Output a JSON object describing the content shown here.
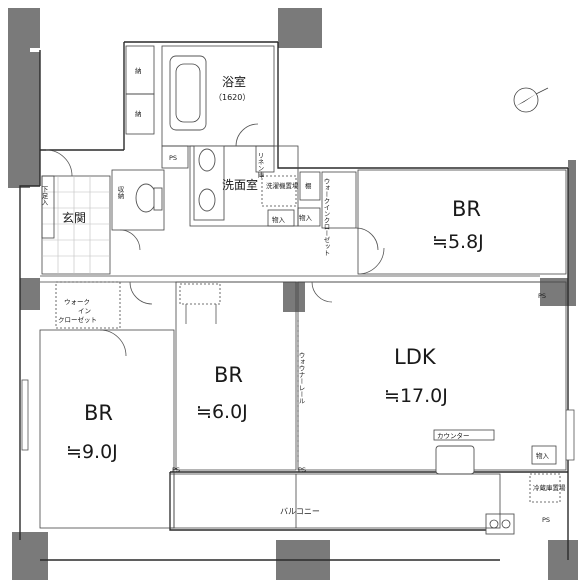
{
  "rooms": {
    "br_top_right": {
      "name": "BR",
      "area": "≒5.8J"
    },
    "br_center": {
      "name": "BR",
      "area": "≒6.0J"
    },
    "br_left": {
      "name": "BR",
      "area": "≒9.0J"
    },
    "ldk": {
      "name": "LDK",
      "area": "≒17.0J"
    },
    "bath": {
      "name": "浴室",
      "size": "（1620）"
    },
    "washroom": {
      "name": "洗面室"
    },
    "entrance": {
      "name": "玄関"
    },
    "balcony": {
      "name": "バルコニー"
    }
  },
  "labels": {
    "storage_a": "納",
    "storage_b": "納",
    "ps_1": "PS",
    "ps_2": "PS",
    "ps_3": "PS",
    "ps_bottom_left": "PS",
    "ps_bottom_center": "PS",
    "linen_cabinet": "リネン庫",
    "washer_space": "洗濯機置場",
    "storage_c": "棚",
    "storage_mono_1": "物入",
    "storage_mono_2": "物入",
    "storage_mono_3": "物入",
    "walk_in_closet_top": "ウォークインクローゼット",
    "walk_in_closet_left_1": "ウォーク",
    "walk_in_closet_left_2": "イン",
    "walk_in_closet_left_3": "クローゼット",
    "shoe_box": "下足入",
    "storage_wc": "収納",
    "counter": "カウンター",
    "fridge": "冷蔵庫置場",
    "partition": "ウォウナーレール"
  },
  "colors": {
    "wall": "#7a7a7a",
    "line": "#2a2a2a",
    "tile": "#bdbdbd"
  }
}
